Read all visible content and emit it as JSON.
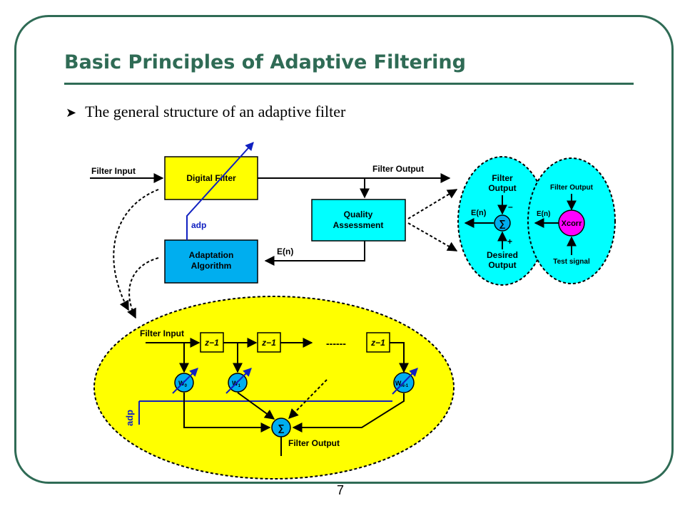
{
  "slide": {
    "title": "Basic Principles of Adaptive Filtering",
    "bullet": "The general structure of an adaptive filter",
    "page_number": "7"
  },
  "colors": {
    "theme": "#2f6b55",
    "yellow": "#ffff00",
    "cyan": "#00ffff",
    "adapt_blue": "#00aeef",
    "magenta": "#ff00ff",
    "line_blue": "#1020c0"
  },
  "top": {
    "filter_input": "Filter Input",
    "digital_filter": "Digital Filter",
    "filter_output": "Filter Output",
    "quality_line1": "Quality",
    "quality_line2": "Assessment",
    "adp": "adp",
    "en": "E(n)",
    "adapt_line1": "Adaptation",
    "adapt_line2": "Algorithm"
  },
  "compare": {
    "filter_line1": "Filter",
    "filter_line2": "Output",
    "en": "E(n)",
    "minus": "–",
    "plus": "+",
    "sum": "∑",
    "desired_line1": "Desired",
    "desired_line2": "Output"
  },
  "xcorr": {
    "filter_output": "Filter Output",
    "en": "E(n)",
    "xcorr": "Xcorr",
    "test_signal": "Test signal"
  },
  "fir": {
    "filter_input": "Filter Input",
    "delays": [
      "z−1",
      "z−1",
      "z−1"
    ],
    "dots": "------",
    "w0": "W",
    "w0_sub": "0",
    "w1": "W",
    "w1_sub": "1",
    "wn": "W",
    "wn_sub": "N-1",
    "sum": "∑",
    "adp": "adp",
    "filter_output": "Filter Output"
  }
}
